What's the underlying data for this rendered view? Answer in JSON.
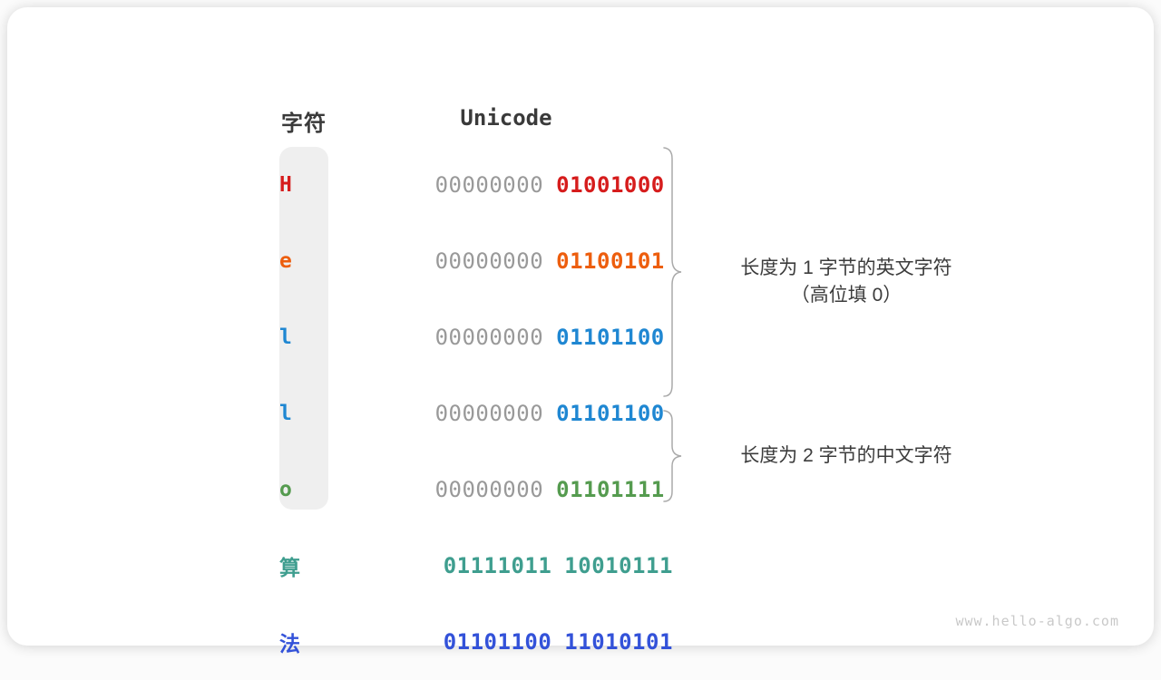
{
  "table": {
    "header": {
      "char": "字符",
      "unicode": "Unicode"
    },
    "rows": [
      {
        "char": "H",
        "color": "#d61c1c",
        "byte1": "00000000",
        "byte1_color": "#999999",
        "byte1_bold": false,
        "byte2": "01001000",
        "byte2_color": "#d61c1c"
      },
      {
        "char": "e",
        "color": "#ed5e0e",
        "byte1": "00000000",
        "byte1_color": "#999999",
        "byte1_bold": false,
        "byte2": "01100101",
        "byte2_color": "#ed5e0e"
      },
      {
        "char": "l",
        "color": "#1f87d2",
        "byte1": "00000000",
        "byte1_color": "#999999",
        "byte1_bold": false,
        "byte2": "01101100",
        "byte2_color": "#1f87d2"
      },
      {
        "char": "l",
        "color": "#1f87d2",
        "byte1": "00000000",
        "byte1_color": "#999999",
        "byte1_bold": false,
        "byte2": "01101100",
        "byte2_color": "#1f87d2"
      },
      {
        "char": "o",
        "color": "#559b4f",
        "byte1": "00000000",
        "byte1_color": "#999999",
        "byte1_bold": false,
        "byte2": "01101111",
        "byte2_color": "#559b4f"
      },
      {
        "char": "算",
        "color": "#3f9e8f",
        "byte1": "01111011",
        "byte1_color": "#3f9e8f",
        "byte1_bold": true,
        "byte2": "10010111",
        "byte2_color": "#3f9e8f"
      },
      {
        "char": "法",
        "color": "#3352d9",
        "byte1": "01101100",
        "byte1_color": "#3352d9",
        "byte1_bold": true,
        "byte2": "11010101",
        "byte2_color": "#3352d9"
      }
    ]
  },
  "annotations": [
    {
      "lines": [
        "长度为 1 字节的英文字符",
        "（高位填 0）"
      ]
    },
    {
      "lines": [
        "长度为 2 字节的中文字符"
      ]
    }
  ],
  "watermark": "www.hello-algo.com",
  "colors": {
    "brace": "#aaaaaa",
    "header_text": "#3a3a3a",
    "annotation_text": "#3c3c3c",
    "strip_bg": "#efefef",
    "padding_zero_gray": "#999999"
  }
}
